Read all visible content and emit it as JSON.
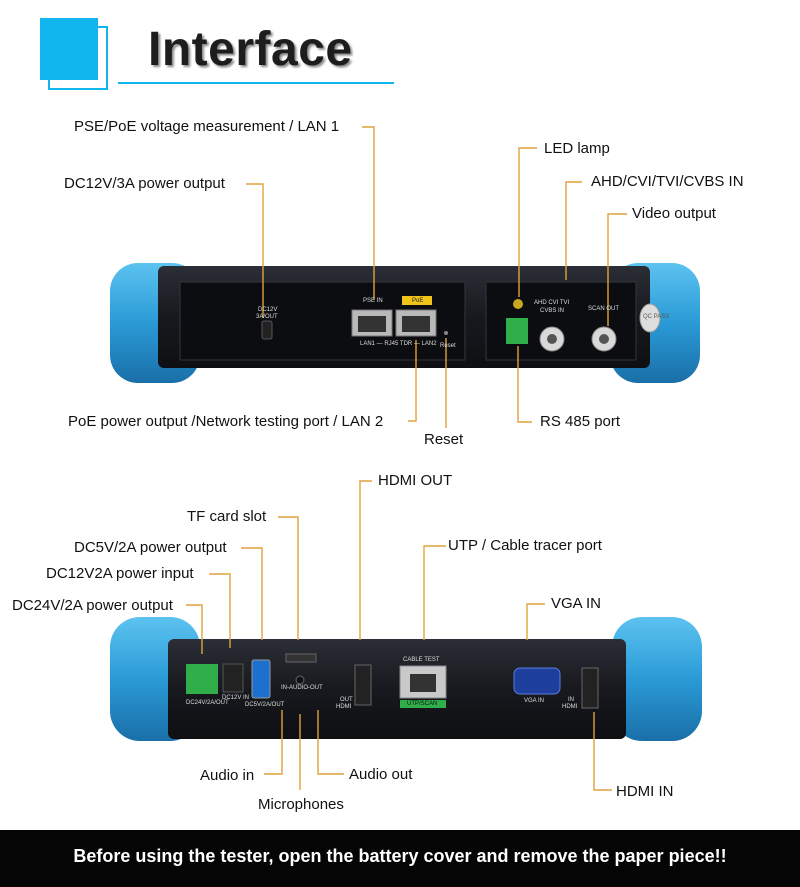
{
  "header": {
    "title": "Interface"
  },
  "top_device": {
    "labels": {
      "pse_poe": "PSE/PoE voltage measurement / LAN 1",
      "dc12v_out": "DC12V/3A power output",
      "led_lamp": "LED lamp",
      "ahd_in": "AHD/CVI/TVI/CVBS IN",
      "video_output": "Video output",
      "poe_output": "PoE power output /Network testing port / LAN 2",
      "reset": "Reset",
      "rs485": "RS 485 port"
    },
    "silk": {
      "dc12v": "DC12V",
      "dc12v_sub": "3A/OUT",
      "pse_in": "PSE IN",
      "poe": "PoE",
      "lan_row": "LAN1 — RJ45 TDR — LAN2",
      "reset": "Reset",
      "ahd": "AHD CVI TVI",
      "cvbs": "CVBS IN",
      "scan_out": "SCAN OUT",
      "qc": "QC PASS"
    }
  },
  "bottom_device": {
    "labels": {
      "hdmi_out": "HDMI OUT",
      "tf_card": "TF card slot",
      "dc5v_out": "DC5V/2A power output",
      "utp": "UTP / Cable tracer port",
      "dc12v_in": "DC12V2A power input",
      "vga_in": "VGA IN",
      "dc24v_out": "DC24V/2A power output",
      "audio_in": "Audio in",
      "audio_out": "Audio out",
      "microphones": "Microphones",
      "hdmi_in": "HDMI IN"
    },
    "silk": {
      "dc24": "DC24V/2A/OUT",
      "dc12in": "DC12V IN",
      "dc5": "DC5V/2A/OUT",
      "audio": "IN-AUDIO-OUT",
      "out": "OUT",
      "hdmi": "HDMI",
      "cable_test": "CABLE TEST",
      "utp_scan": "UTP/SCAN",
      "vga": "VGA IN",
      "in": "IN"
    }
  },
  "footer": {
    "text": "Before using the tester, open the battery cover and remove the paper piece!!"
  },
  "colors": {
    "accent": "#12b6ef",
    "bumper": "#2f9fd8",
    "body": "#1a1c22",
    "leader": "#e0a23c",
    "footer_bg": "#050505"
  }
}
